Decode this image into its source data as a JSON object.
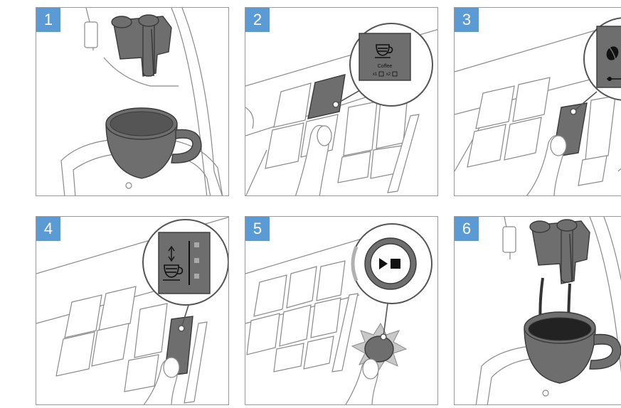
{
  "steps": [
    {
      "number": "1"
    },
    {
      "number": "2",
      "display": {
        "label": "Coffee",
        "sub": "x1",
        "sub2": "x2"
      }
    },
    {
      "number": "3"
    },
    {
      "number": "4"
    },
    {
      "number": "5"
    },
    {
      "number": "6"
    }
  ],
  "colors": {
    "badge": "#5b9bd5",
    "device_dark": "#6e6e6e",
    "line": "#8a8a8a"
  },
  "icons": [
    "coffee-cup-icon",
    "coffee-bean-icon",
    "strength-bar-icon",
    "volume-arrows-icon",
    "play-stop-icon"
  ]
}
